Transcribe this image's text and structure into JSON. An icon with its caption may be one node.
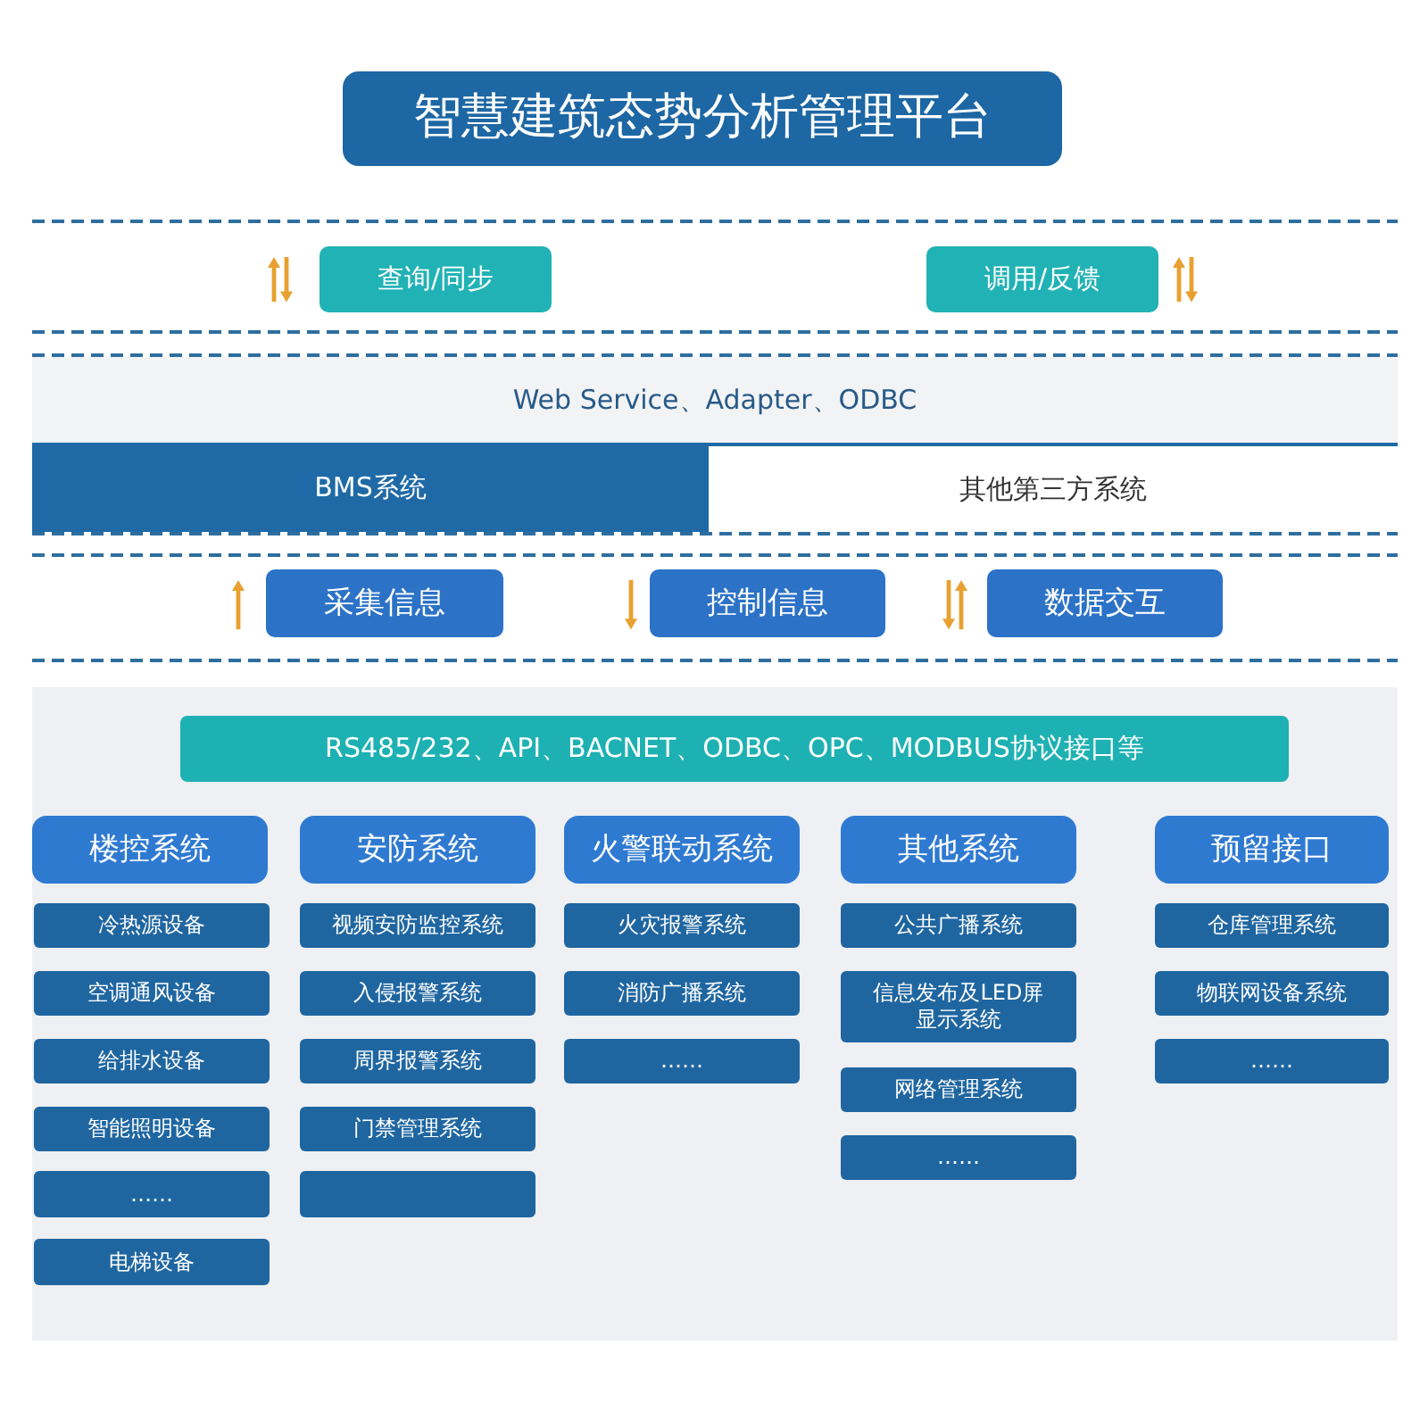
{
  "diagram": {
    "nodes": [
      {
        "text": [
          "智慧建筑态势分析管理平台"
        ]
      },
      {
        "text": [
          "查询/同步"
        ]
      },
      {
        "text": [
          "调用/反馈"
        ]
      },
      {
        "text": [
          "Web Service、Adapter、ODBC"
        ]
      },
      {
        "text": [
          "BMS系统"
        ]
      },
      {
        "text": [
          "其他第三方系统"
        ]
      },
      {
        "text": [
          "采集信息"
        ]
      },
      {
        "text": [
          "控制信息"
        ]
      },
      {
        "text": [
          "数据交互"
        ]
      },
      {
        "text": [
          "RS485/232、API、BACNET、ODBC、OPC、MODBUS协议接口等"
        ]
      },
      {
        "text": [
          "楼控系统"
        ]
      },
      {
        "text": [
          "冷热源设备"
        ]
      },
      {
        "text": [
          "空调通风设备"
        ]
      },
      {
        "text": [
          "给排水设备"
        ]
      },
      {
        "text": [
          "智能照明设备"
        ]
      },
      {
        "text": [
          "……"
        ]
      },
      {
        "text": [
          "电梯设备"
        ]
      },
      {
        "text": [
          "安防系统"
        ]
      },
      {
        "text": [
          "视频安防监控系统"
        ]
      },
      {
        "text": [
          "入侵报警系统"
        ]
      },
      {
        "text": [
          "周界报警系统"
        ]
      },
      {
        "text": [
          "门禁管理系统"
        ]
      },
      {
        "text": [],
        "shape": "box"
      },
      {
        "text": [
          "火警联动系统"
        ]
      },
      {
        "text": [
          "火灾报警系统"
        ]
      },
      {
        "text": [
          "消防广播系统"
        ]
      },
      {
        "text": [
          "……"
        ]
      },
      {
        "text": [
          "其他系统"
        ]
      },
      {
        "text": [
          "公共广播系统"
        ]
      },
      {
        "text": [
          "信息发布及LED屏显示系统"
        ]
      },
      {
        "text": [
          "网络管理系统"
        ]
      },
      {
        "text": [
          "……"
        ]
      },
      {
        "text": [
          "预留接口"
        ]
      },
      {
        "text": [
          "仓库管理系统"
        ]
      },
      {
        "text": [
          "物联网设备系统"
        ]
      },
      {
        "text": [
          "……"
        ]
      }
    ]
  }
}
